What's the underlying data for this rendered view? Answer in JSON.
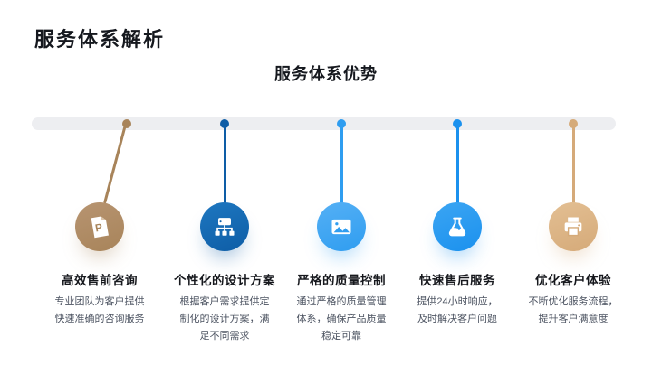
{
  "slide": {
    "title": "服务体系解析",
    "subtitle": "服务体系优势",
    "background_color": "#ffffff",
    "track_color": "#edeef1",
    "title_color": "#15181e"
  },
  "nodes": [
    {
      "title": "高效售前咨询",
      "desc": "专业团队为客户提供\n快速准确的咨询服务",
      "icon": "document-icon",
      "gradient_top": "#b79471",
      "gradient_bottom": "#a8845a",
      "glow": "#a8845a66"
    },
    {
      "title": "个性化的设计方案",
      "desc": "根据客户需求提供定\n制化的设计方案，满\n足不同需求",
      "icon": "org-chart-icon",
      "gradient_top": "#1e77c0",
      "gradient_bottom": "#0e5da6",
      "glow": "#0e5da666"
    },
    {
      "title": "严格的质量控制",
      "desc": "通过严格的质量管理\n体系，确保产品质量\n稳定可靠",
      "icon": "image-icon",
      "gradient_top": "#55b0f5",
      "gradient_bottom": "#2f9df0",
      "glow": "#2f9df066"
    },
    {
      "title": "快速售后服务",
      "desc": "提供24小时响应，\n及时解决客户问题",
      "icon": "flask-icon",
      "gradient_top": "#3ba5f3",
      "gradient_bottom": "#1b91ee",
      "glow": "#1b91ee66"
    },
    {
      "title": "优化客户体验",
      "desc": "不断优化服务流程，\n提升客户满意度",
      "icon": "printer-icon",
      "gradient_top": "#e3bf93",
      "gradient_bottom": "#d5aa79",
      "glow": "#d5aa7966"
    }
  ]
}
